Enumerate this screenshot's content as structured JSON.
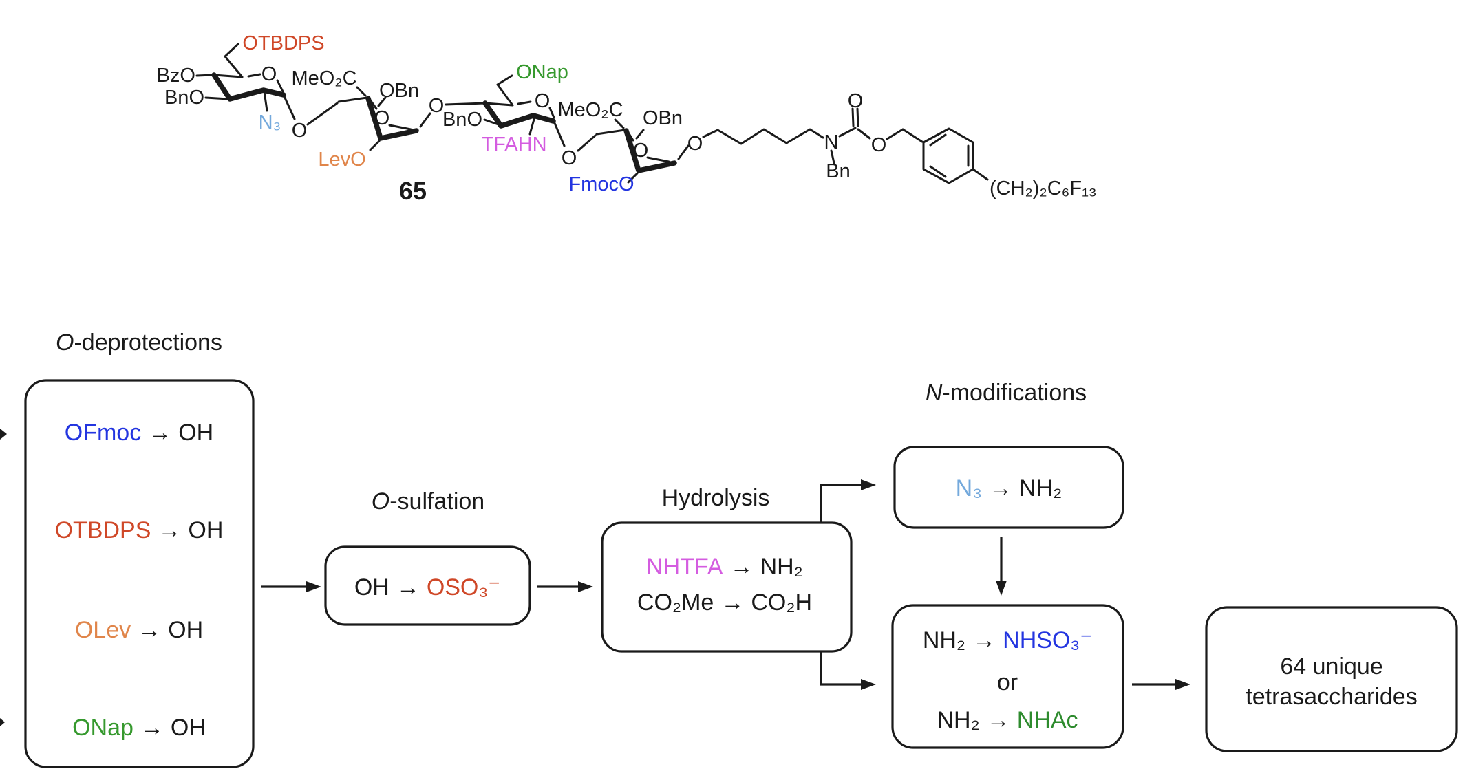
{
  "colors": {
    "ink": "#1a1a1a",
    "red": "#cf4727",
    "orange": "#e0854a",
    "blue": "#2335e0",
    "light_blue": "#74a9dc",
    "green": "#36992e",
    "green_dark": "#2e8b2e",
    "magenta": "#d45ce0"
  },
  "molecule": {
    "compound_number": "65",
    "labels": [
      {
        "id": "otbdps",
        "text": "OTBDPS",
        "color": "#cf4727"
      },
      {
        "id": "bzo",
        "text": "BzO",
        "color": "#1a1a1a"
      },
      {
        "id": "bno-ring1",
        "text": "BnO",
        "color": "#1a1a1a"
      },
      {
        "id": "azide",
        "text": "N₃",
        "color": "#74a9dc"
      },
      {
        "id": "ring1-oxygen",
        "text": "O",
        "color": "#1a1a1a"
      },
      {
        "id": "glycosidic-o1",
        "text": "O",
        "color": "#1a1a1a"
      },
      {
        "id": "meo2c-ring2",
        "text": "MeO₂C",
        "color": "#1a1a1a"
      },
      {
        "id": "obn-ring2",
        "text": "OBn",
        "color": "#1a1a1a"
      },
      {
        "id": "ring2-oxygen",
        "text": "O",
        "color": "#1a1a1a"
      },
      {
        "id": "glycosidic-o2",
        "text": "O",
        "color": "#1a1a1a"
      },
      {
        "id": "levo",
        "text": "LevO",
        "color": "#e0854a"
      },
      {
        "id": "onap",
        "text": "ONap",
        "color": "#36992e"
      },
      {
        "id": "bno-ring3",
        "text": "BnO",
        "color": "#1a1a1a"
      },
      {
        "id": "tfahn",
        "text": "TFAHN",
        "color": "#d45ce0"
      },
      {
        "id": "ring3-oxygen",
        "text": "O",
        "color": "#1a1a1a"
      },
      {
        "id": "glycosidic-o3",
        "text": "O",
        "color": "#1a1a1a"
      },
      {
        "id": "meo2c-ring4",
        "text": "MeO₂C",
        "color": "#1a1a1a"
      },
      {
        "id": "obn-ring4",
        "text": "OBn",
        "color": "#1a1a1a"
      },
      {
        "id": "ring4-oxygen",
        "text": "O",
        "color": "#1a1a1a"
      },
      {
        "id": "fmoco",
        "text": "FmocO",
        "color": "#2335e0"
      },
      {
        "id": "linker-o",
        "text": "O",
        "color": "#1a1a1a"
      },
      {
        "id": "amine-n",
        "text": "N",
        "color": "#1a1a1a"
      },
      {
        "id": "n-benzyl",
        "text": "Bn",
        "color": "#1a1a1a"
      },
      {
        "id": "carbonyl-o",
        "text": "O",
        "color": "#1a1a1a"
      },
      {
        "id": "ester-o",
        "text": "O",
        "color": "#1a1a1a"
      },
      {
        "id": "fluorous-tag",
        "text": "(CH₂)₂C₆F₁₃",
        "color": "#1a1a1a"
      }
    ]
  },
  "flowchart": {
    "arrow": "→",
    "deprotections": {
      "title_prefix": "O",
      "title_rest": "-deprotections",
      "rows": [
        {
          "from": "OFmoc",
          "from_color": "#2335e0",
          "to": "OH",
          "to_color": "#1a1a1a"
        },
        {
          "from": "OTBDPS",
          "from_color": "#cf4727",
          "to": "OH",
          "to_color": "#1a1a1a"
        },
        {
          "from": "OLev",
          "from_color": "#e0854a",
          "to": "OH",
          "to_color": "#1a1a1a"
        },
        {
          "from": "ONap",
          "from_color": "#36992e",
          "to": "OH",
          "to_color": "#1a1a1a"
        }
      ]
    },
    "sulfation": {
      "title_prefix": "O",
      "title_rest": "-sulfation",
      "row": {
        "from": "OH",
        "from_color": "#1a1a1a",
        "to": "OSO₃⁻",
        "to_color": "#cf4727"
      }
    },
    "hydrolysis": {
      "title": "Hydrolysis",
      "rows": [
        {
          "from": "NHTFA",
          "from_color": "#d45ce0",
          "to": "NH₂",
          "to_color": "#1a1a1a"
        },
        {
          "from": "CO₂Me",
          "from_color": "#1a1a1a",
          "to": "CO₂H",
          "to_color": "#1a1a1a"
        }
      ]
    },
    "nmods": {
      "title_prefix": "N",
      "title_rest": "-modifications",
      "azide_row": {
        "from": "N₃",
        "from_color": "#74a9dc",
        "to": "NH₂",
        "to_color": "#1a1a1a"
      },
      "sulfo_row": {
        "from": "NH₂",
        "from_color": "#1a1a1a",
        "to": "NHSO₃⁻",
        "to_color": "#2335e0"
      },
      "or_label": "or",
      "acetyl_row": {
        "from": "NH₂",
        "from_color": "#1a1a1a",
        "to": "NHAc",
        "to_color": "#2e8b2e"
      }
    },
    "result": {
      "line1": "64 unique",
      "line2": "tetrasaccharides"
    }
  }
}
